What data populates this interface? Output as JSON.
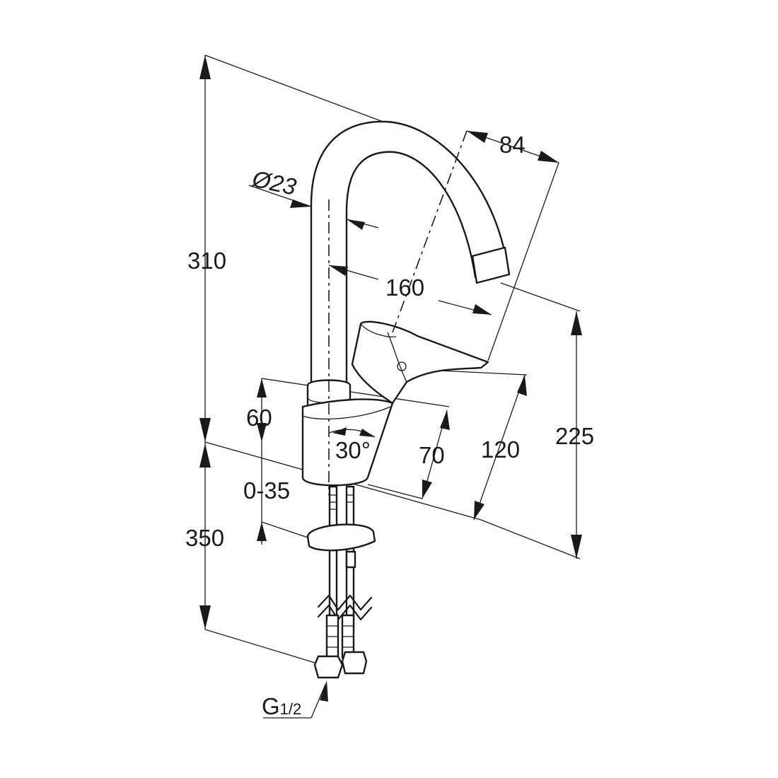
{
  "dimensions": {
    "total_height": "310",
    "spout_reach_offset": "84",
    "tube_diameter": "Ø23",
    "spout_reach": "160",
    "spout_clearance": "225",
    "body_height": "60",
    "handle_angle": "30°",
    "lever_height": "70",
    "lever_clearance": "120",
    "countertop_range": "0-35",
    "hose_length": "350",
    "connection_main": "G",
    "connection_fraction": "1/2"
  }
}
